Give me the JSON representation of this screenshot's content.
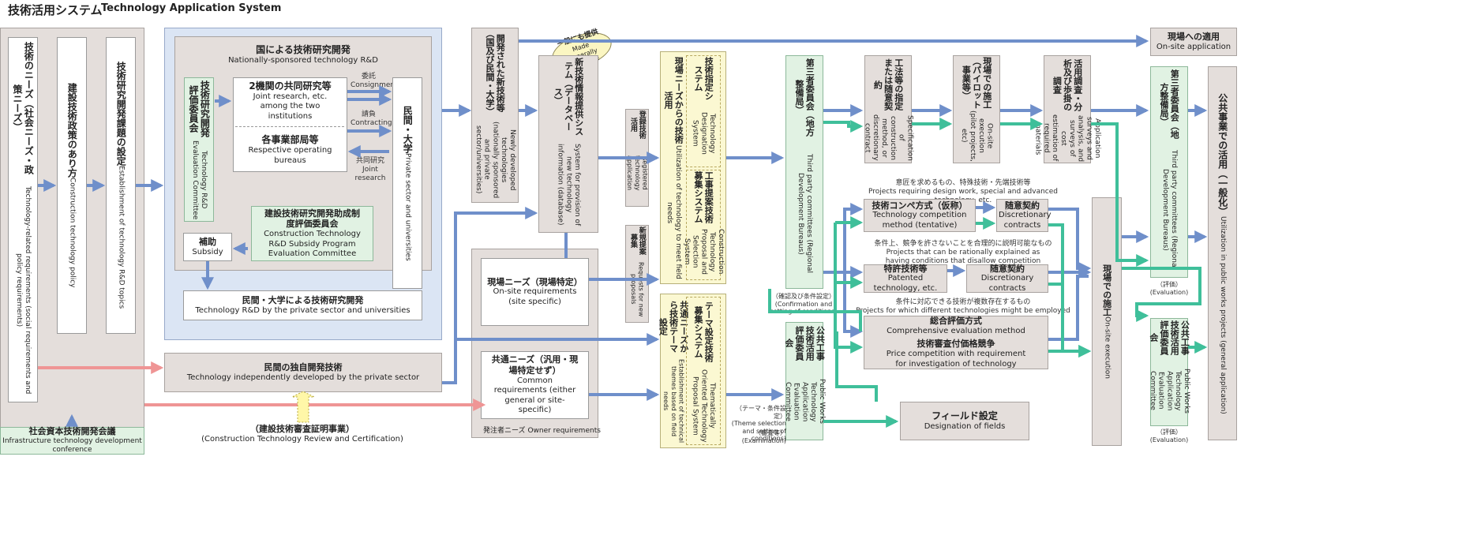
{
  "title": {
    "ja": "技術活用システム",
    "en": "Technology Application System"
  },
  "needs": {
    "ja": "技術のニーズ（社会ニーズ・政策ニーズ）",
    "en": "Technology-related requirements (social requirements and policy requirements)"
  },
  "policy": {
    "ja": "建設技術政策のあり方",
    "en": "Construction technology policy"
  },
  "topics": {
    "ja": "技術研究開発課題の設定",
    "en": "Establishment of technology R&D topics"
  },
  "conference": {
    "ja": "社会資本技術開発会議",
    "en": "Infrastructure technology development conference"
  },
  "national_rd": {
    "ja": "国による技術研究開発",
    "en": "Nationally-sponsored technology R&D"
  },
  "rd_eval": {
    "ja": "技術研究開発評価委員会",
    "en": "Technology R&D Evaluation Committee"
  },
  "joint": {
    "ja": "2機関の共同研究等",
    "en": "Joint research, etc. among the two institutions"
  },
  "bureaus": {
    "ja": "各事業部局等",
    "en": "Respective operating bureaus"
  },
  "consign": {
    "ja": "委託",
    "en": "Consignment"
  },
  "contract": {
    "ja": "請負",
    "en": "Contracting"
  },
  "joint_research": {
    "ja": "共同研究",
    "en": "Joint research"
  },
  "private_univ": {
    "ja": "民間・大学",
    "en": "Private sector and universities"
  },
  "subsidy_committee": {
    "ja": "建設技術研究開発助成制度評価委員会",
    "en": "Construction Technology R&D Subsidy Program Evaluation Committee"
  },
  "subsidy": {
    "ja": "補助",
    "en": "Subsidy"
  },
  "private_rd": {
    "ja": "民間・大学による技術研究開発",
    "en": "Technology R&D by the private sector and universities"
  },
  "independent": {
    "ja": "民間の独自開発技術",
    "en": "Technology independently developed by the private sector"
  },
  "certification": {
    "ja": "（建設技術審査証明事業）",
    "en": "(Construction Technology Review and Certification)"
  },
  "new_tech": {
    "ja": "開発された新技術等（国及び民間・大学）",
    "en": "Newly developed technologies (nationally sponsored and private sector/universities)"
  },
  "made_available": {
    "ja": "一般にも提供",
    "en": "Made generally available"
  },
  "netis": {
    "ja": "新技術情報提供システム（データベース）",
    "en": "System for provision of new technology information (database)"
  },
  "registered": {
    "ja": "登録技術活用",
    "en": "Registered technology application"
  },
  "requests": {
    "ja": "新規提案募集",
    "en": "Requests for new proposals"
  },
  "onsite_req": {
    "ja": "現場ニーズ（現場特定）",
    "en": "On-site requirements (site specific)"
  },
  "common_req": {
    "ja": "共通ニーズ（汎用・現場特定せず）",
    "en": "Common requirements (either general or site-specific)"
  },
  "owner": {
    "ja": "発注者ニーズ",
    "en": "Owner requirements"
  },
  "field_needs": {
    "ja": "現場ニーズからの技術活用",
    "en": "Utilization of technology to meet field needs"
  },
  "designation_sys": {
    "ja": "技術指定システム",
    "en": "Technology Designation System"
  },
  "proposal_sys": {
    "ja": "工事提案技術募集システム",
    "en": "Construction Technology Proposal and Selection System"
  },
  "theme_needs": {
    "ja": "共通ニーズから技術テーマ設定",
    "en": "Establishment of technical themes based on field needs"
  },
  "theme_sys": {
    "ja": "テーマ設定技術募集システム",
    "en": "Thematically Oriented Technology Proposal System"
  },
  "third_party": {
    "ja": "第三者委員会（地方整備局）",
    "en": "Third party committees (Regional Development Bureaus)"
  },
  "confirm": {
    "ja": "（確認及び条件設定）",
    "en": "(Confirmation and setting of conditions)"
  },
  "theme_sel": {
    "ja": "（テーマ・条件設定）",
    "en": "(Theme selection and setting of conditions)"
  },
  "exam": {
    "ja": "（審査等）",
    "en": "(Examination)"
  },
  "pw_committee": {
    "ja": "公共工事技術活用評価委員会",
    "en": "Public Works Technology Application Evaluation Committee"
  },
  "field_design": {
    "ja": "フィールド設定",
    "en": "Designation of fields"
  },
  "spec": {
    "ja": "工法等の指定または随意契約",
    "en": "Specification of construction method, or discretionary contract"
  },
  "pilot": {
    "ja": "現場での施工（パイロット事業等）",
    "en": "On-site execution (pilot projects, etc)"
  },
  "survey": {
    "ja": "活用調査・分析及び歩掛の調査",
    "en": "Application surveys and analysis, and surveys of cost estimation of required materials"
  },
  "onsite_app": {
    "ja": "現場への適用",
    "en": "On-site application"
  },
  "design_work": {
    "ja": "意匠を求めるもの、特殊技術・先端技術等",
    "en": "Projects requiring design work, special and advanced technology, etc."
  },
  "competition": {
    "ja": "技術コンペ方式（仮称）",
    "en": "Technology competition method (tentative)"
  },
  "disc1": {
    "ja": "随意契約",
    "en": "Discretionary contracts"
  },
  "rational": {
    "ja": "条件上、競争を許さないことを合理的に説明可能なもの",
    "en": "Projects that can be rationally explained as having conditions that disallow competition"
  },
  "patented": {
    "ja": "特許技術等",
    "en": "Patented technology, etc."
  },
  "disc2": {
    "ja": "随意契約",
    "en": "Discretionary contracts"
  },
  "multi": {
    "ja": "条件に対応できる技術が複数存在するもの",
    "en": "Projects for which different technologies might be employed"
  },
  "comprehensive": {
    "ja": "総合評価方式",
    "en": "Comprehensive evaluation method"
  },
  "price": {
    "ja": "技術審査付価格競争",
    "en": "Price competition with requirement for investigation of technology"
  },
  "onsite_exec": {
    "ja": "現場での施工",
    "en": "On-site execution"
  },
  "third_party2": {
    "ja": "第三者委員会（地方整備局）",
    "en": "Third party committees (Regional Development Bureaus)"
  },
  "eval": {
    "ja": "（評価）",
    "en": "(Evaluation)"
  },
  "pw_committee2": {
    "ja": "公共工事技術活用評価委員会",
    "en": "Public Works Technology Application Evaluation Committee"
  },
  "eval2": {
    "ja": "（評価）",
    "en": "(Evaluation)"
  },
  "general_use": {
    "ja": "公共事業での活用（一般化）",
    "en": "Utilization in public works projects (general application)"
  },
  "colors": {
    "blue": "#6f8fca",
    "pink": "#ef9595",
    "teal": "#3fbf9a",
    "yellow_arrow": "#fff7a8"
  }
}
